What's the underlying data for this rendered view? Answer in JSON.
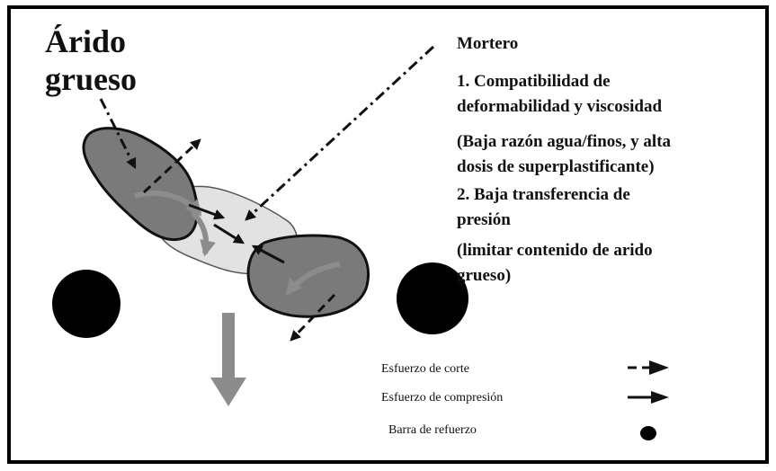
{
  "title_aggregate": {
    "line1": "Árido",
    "line2": "grueso"
  },
  "mortar_notes": {
    "title": "Mortero",
    "item1_line1": "1.  Compatibilidad de",
    "item1_line2": "deformabilidad y viscosidad",
    "item1_sub_line1": "(Baja razón agua/finos, y alta",
    "item1_sub_line2": "dosis de superplastificante)",
    "item2_line1": "2.  Baja transferencia de",
    "item2_line2": "presión",
    "item2_sub_line1": "(limitar contenido de arido",
    "item2_sub_line2": "grueso)"
  },
  "legend": {
    "shear": "Esfuerzo de corte",
    "compression": "Esfuerzo de compresión",
    "rebar": "Barra de refuerzo"
  },
  "colors": {
    "aggregate_fill": "#7a7a7a",
    "mortar_fill": "#e2e2e2",
    "rebar_fill": "#000000",
    "flow_arrow": "#8c8c8c",
    "ink": "#111111"
  }
}
